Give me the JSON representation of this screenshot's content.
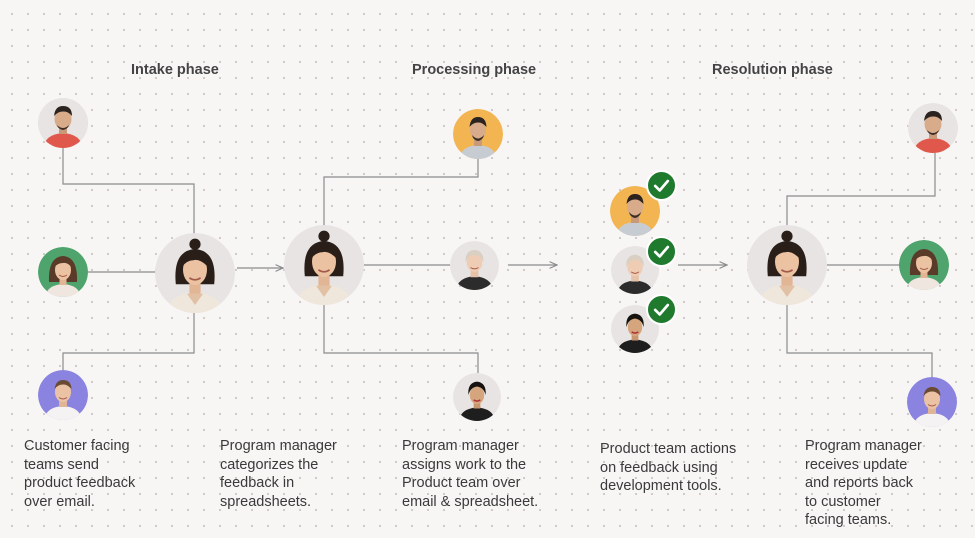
{
  "phases": [
    {
      "title": "Intake phase"
    },
    {
      "title": "Processing phase"
    },
    {
      "title": "Resolution phase"
    }
  ],
  "captions": [
    "Customer facing\nteams send\nproduct feedback\nover email.",
    "Program manager\ncategorizes the\nfeedback in\nspreadsheets.",
    "Program manager\nassigns work to the\nProduct team over\nemail & spreadsheet.",
    "Product team actions\non feedback using\ndevelopment tools.",
    "Program manager\nreceives update\nand reports back\nto customer\nfacing teams."
  ],
  "colors": {
    "background": "#f8f5f5",
    "check_badge": "#1f7a2e",
    "avatar_red": "#e0584b",
    "avatar_green": "#4fa36c",
    "avatar_purple": "#8a84e0",
    "avatar_orange": "#f2b552",
    "avatar_gray": "#e8e4e3",
    "connector": "#8c8c8c"
  },
  "icons": [
    "person-avatar-icon",
    "checkmark-icon",
    "arrow-right-icon"
  ]
}
